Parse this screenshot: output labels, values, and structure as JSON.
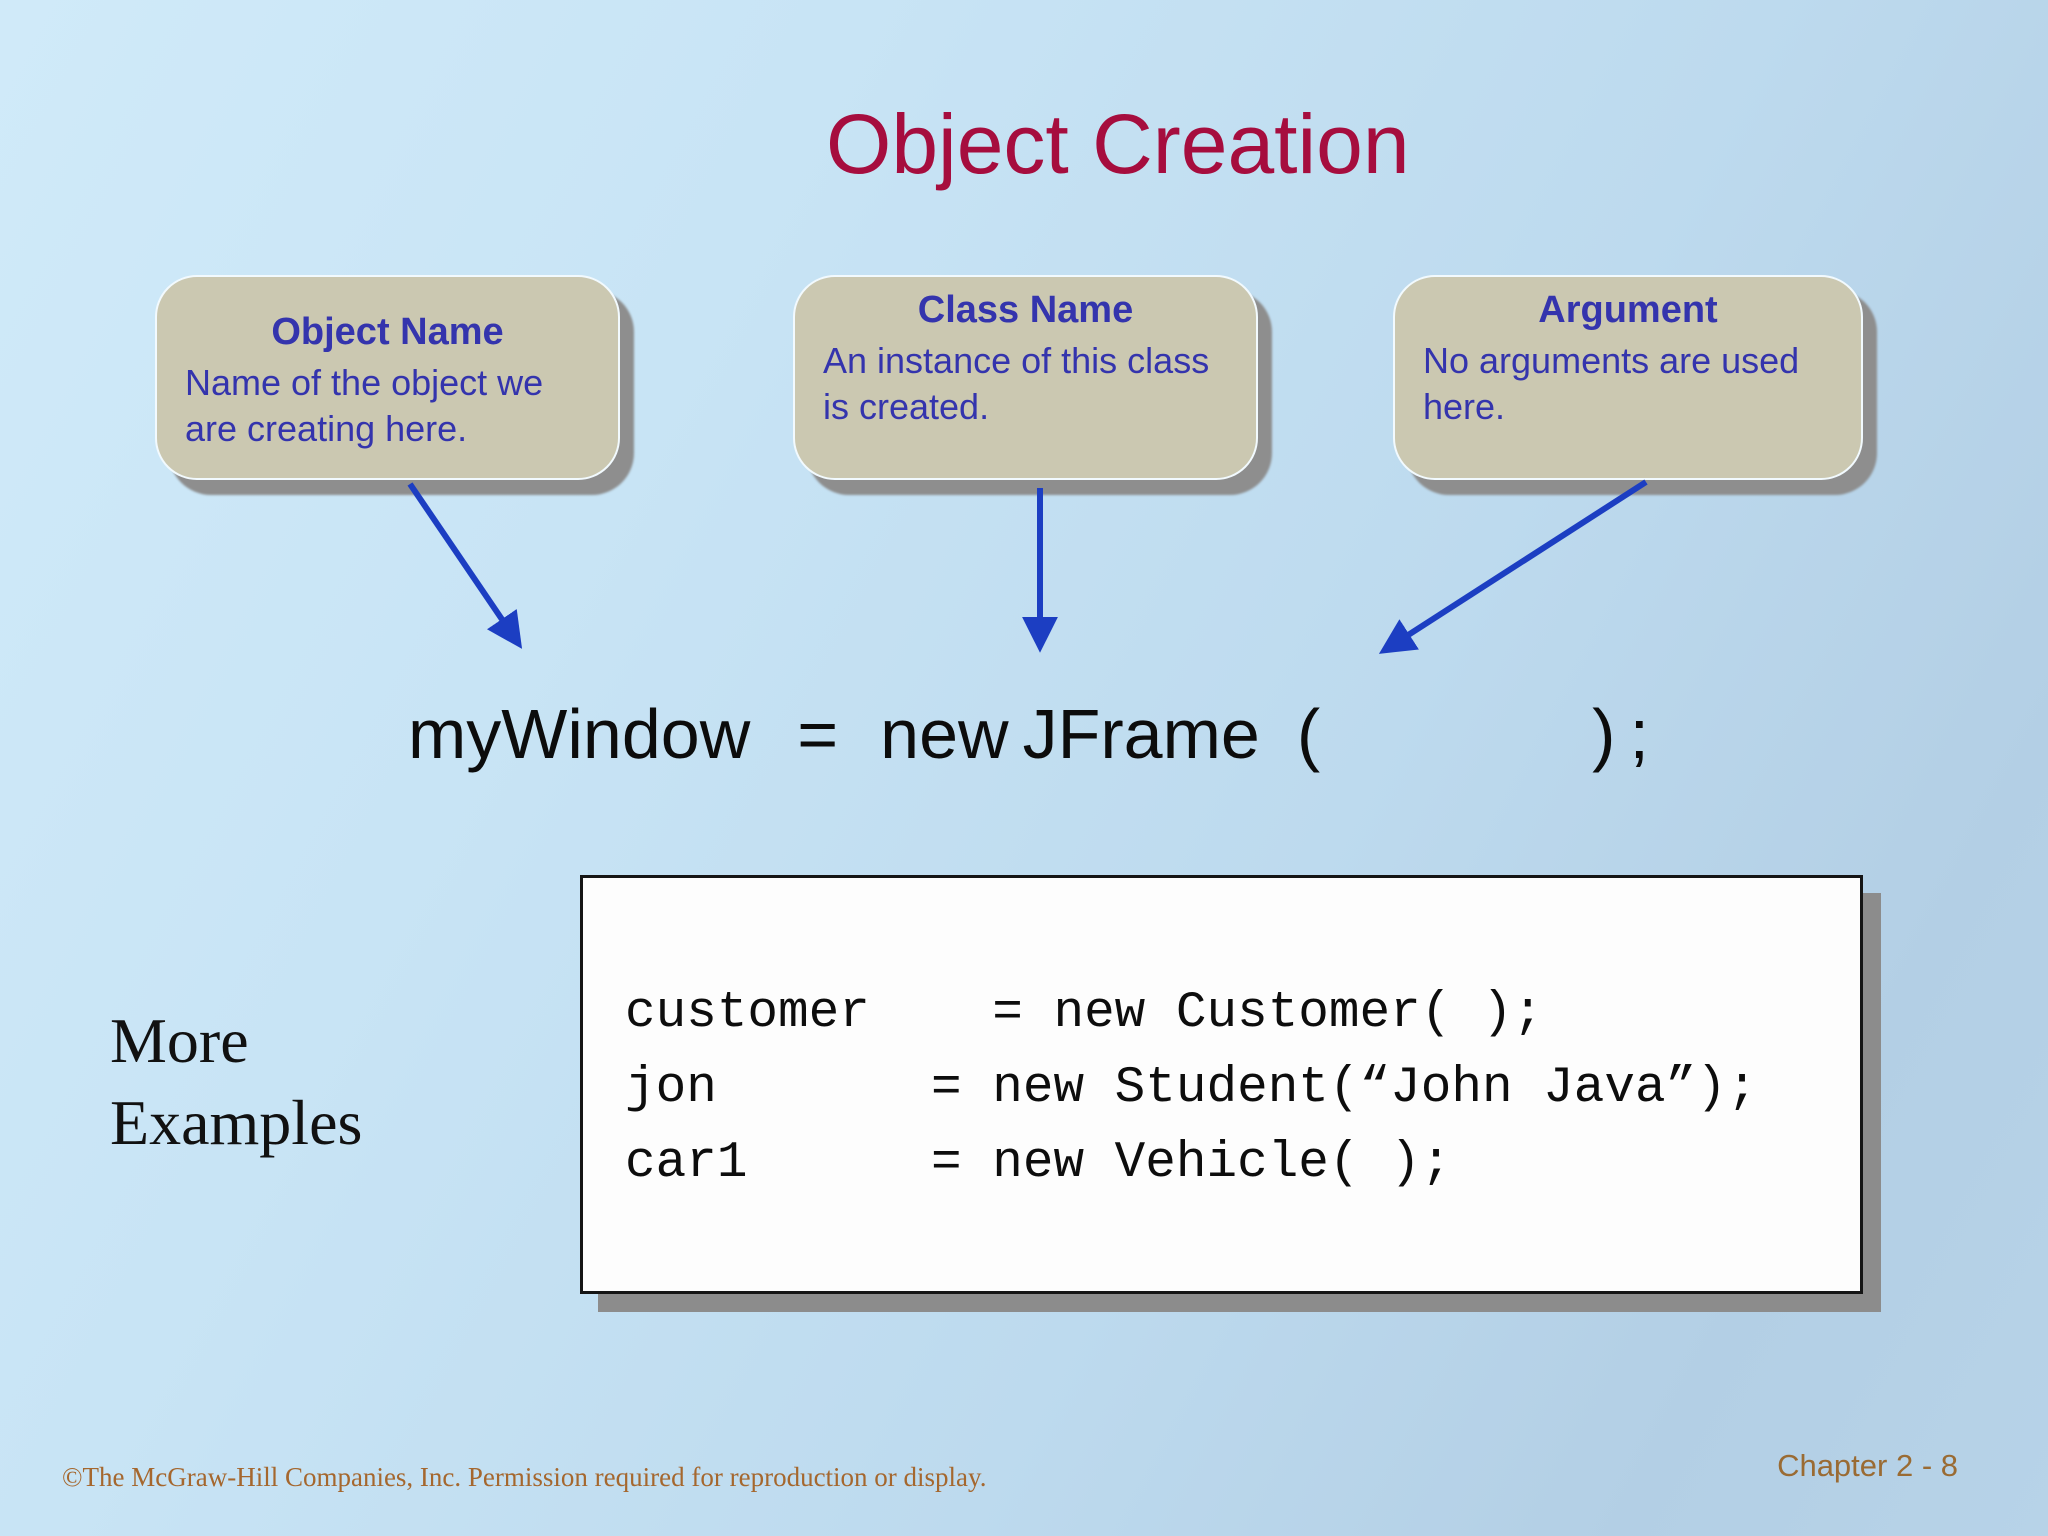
{
  "slide": {
    "title": "Object Creation",
    "callouts": [
      {
        "heading": "Object Name",
        "body": "Name of the object we are creating here."
      },
      {
        "heading": "Class Name",
        "body": "An instance of this class is created."
      },
      {
        "heading": "Argument",
        "body": "No arguments are used here."
      }
    ],
    "statement": {
      "object_name": "myWindow",
      "equals": "=",
      "keyword": "new",
      "class_name": "JFrame",
      "open_paren": "(",
      "close_paren": ")",
      "semicolon": ";"
    },
    "examples_label": {
      "line1": "More",
      "line2": "Examples"
    },
    "code_box": {
      "lines": [
        "customer    = new Customer( );",
        "jon       = new Student(“John Java”);",
        "car1      = new Vehicle( );"
      ]
    },
    "footer": {
      "copyright": "©The McGraw-Hill Companies, Inc. Permission required for reproduction or display.",
      "chapter": "Chapter 2 - 8"
    },
    "colors": {
      "title": "#A60D3E",
      "callout_fill": "#CBC8B1",
      "callout_text": "#3434AD",
      "arrow_blue": "#1C3EC2",
      "copyright_text": "#A5672E",
      "chapter_text": "#9A6B33"
    }
  }
}
